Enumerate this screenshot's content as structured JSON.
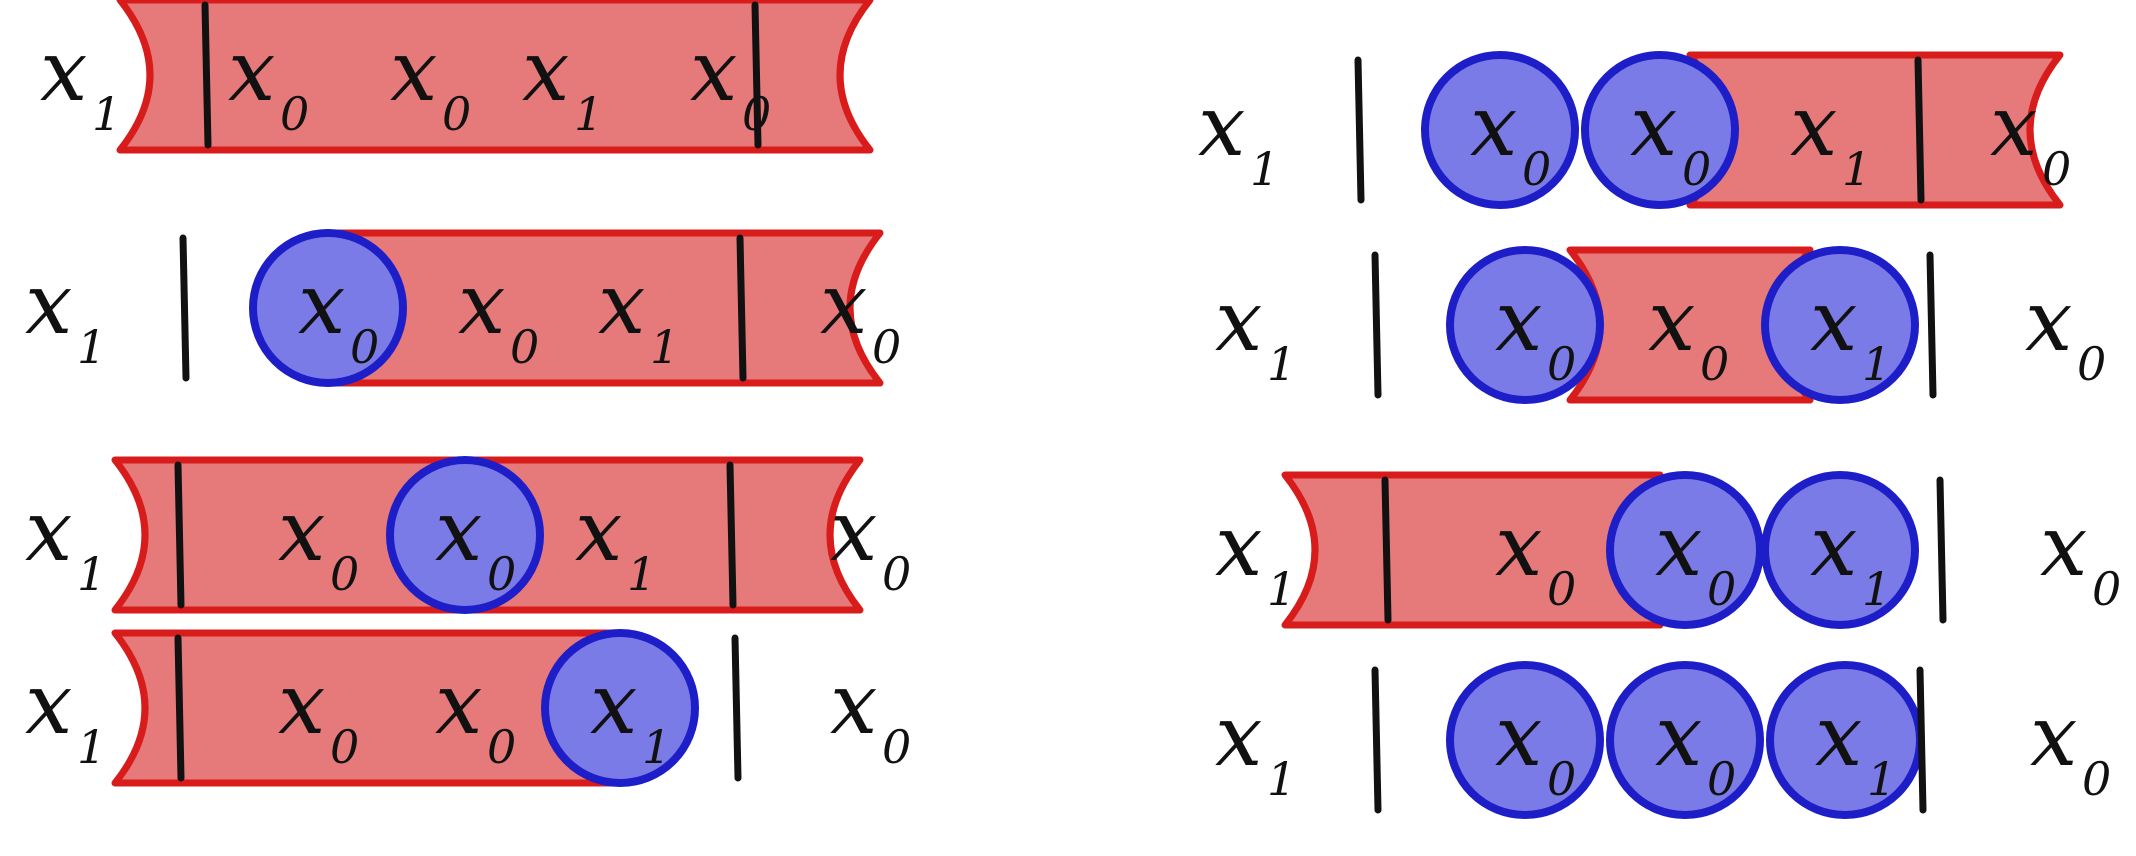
{
  "colors": {
    "ink": "#111111",
    "red_outline": "#d81c1c",
    "red_fill": "#e57373",
    "blue_outline": "#1e1ec8",
    "blue_fill": "#7b7be8"
  },
  "diagrams": [
    {
      "id": "left-row-1",
      "tokens": [
        {
          "symbol": "x",
          "subscript": "1"
        },
        {
          "symbol": "x",
          "subscript": "0"
        },
        {
          "symbol": "x",
          "subscript": "0"
        },
        {
          "symbol": "x",
          "subscript": "1"
        },
        {
          "symbol": "x",
          "subscript": "0"
        }
      ],
      "circled": []
    },
    {
      "id": "left-row-2",
      "tokens": [
        {
          "symbol": "x",
          "subscript": "1"
        },
        {
          "symbol": "x",
          "subscript": "0"
        },
        {
          "symbol": "x",
          "subscript": "0"
        },
        {
          "symbol": "x",
          "subscript": "1"
        },
        {
          "symbol": "x",
          "subscript": "0"
        }
      ],
      "circled": [
        1
      ]
    },
    {
      "id": "left-row-3",
      "tokens": [
        {
          "symbol": "x",
          "subscript": "1"
        },
        {
          "symbol": "x",
          "subscript": "0"
        },
        {
          "symbol": "x",
          "subscript": "0"
        },
        {
          "symbol": "x",
          "subscript": "1"
        },
        {
          "symbol": "x",
          "subscript": "0"
        }
      ],
      "circled": [
        2
      ]
    },
    {
      "id": "left-row-4",
      "tokens": [
        {
          "symbol": "x",
          "subscript": "1"
        },
        {
          "symbol": "x",
          "subscript": "0"
        },
        {
          "symbol": "x",
          "subscript": "0"
        },
        {
          "symbol": "x",
          "subscript": "1"
        },
        {
          "symbol": "x",
          "subscript": "0"
        }
      ],
      "circled": [
        3
      ]
    },
    {
      "id": "right-row-1",
      "tokens": [
        {
          "symbol": "x",
          "subscript": "1"
        },
        {
          "symbol": "x",
          "subscript": "0"
        },
        {
          "symbol": "x",
          "subscript": "0"
        },
        {
          "symbol": "x",
          "subscript": "1"
        },
        {
          "symbol": "x",
          "subscript": "0"
        }
      ],
      "circled": [
        1,
        2
      ]
    },
    {
      "id": "right-row-2",
      "tokens": [
        {
          "symbol": "x",
          "subscript": "1"
        },
        {
          "symbol": "x",
          "subscript": "0"
        },
        {
          "symbol": "x",
          "subscript": "0"
        },
        {
          "symbol": "x",
          "subscript": "1"
        },
        {
          "symbol": "x",
          "subscript": "0"
        }
      ],
      "circled": [
        1,
        3
      ]
    },
    {
      "id": "right-row-3",
      "tokens": [
        {
          "symbol": "x",
          "subscript": "1"
        },
        {
          "symbol": "x",
          "subscript": "0"
        },
        {
          "symbol": "x",
          "subscript": "0"
        },
        {
          "symbol": "x",
          "subscript": "1"
        },
        {
          "symbol": "x",
          "subscript": "0"
        }
      ],
      "circled": [
        2,
        3
      ]
    },
    {
      "id": "right-row-4",
      "tokens": [
        {
          "symbol": "x",
          "subscript": "1"
        },
        {
          "symbol": "x",
          "subscript": "0"
        },
        {
          "symbol": "x",
          "subscript": "0"
        },
        {
          "symbol": "x",
          "subscript": "1"
        },
        {
          "symbol": "x",
          "subscript": "0"
        }
      ],
      "circled": [
        1,
        2,
        3
      ]
    }
  ]
}
